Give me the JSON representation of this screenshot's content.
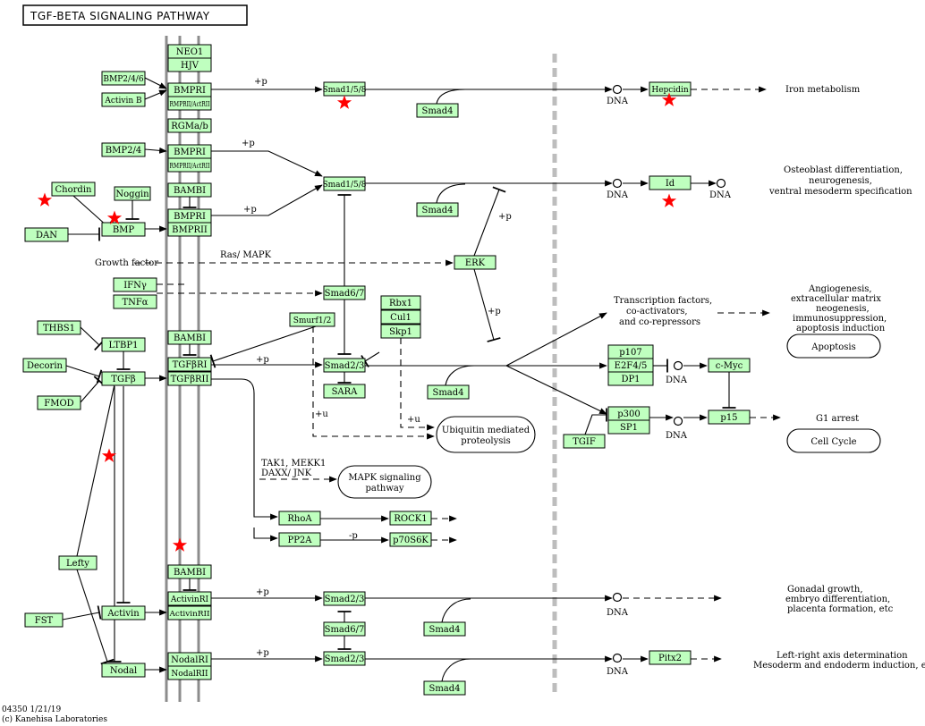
{
  "title": "TGF-BETA SIGNALING PATHWAY",
  "footer": {
    "id_line": "04350 1/21/19",
    "copyright": "(c) Kanehisa Laboratories"
  },
  "colors": {
    "gene_fill": "#bfffbf",
    "gene_border": "#000000",
    "membrane": "#8c8c8c",
    "star": "#ff0000",
    "divider": "#bdbdbd"
  },
  "genes": [
    {
      "id": "neo1",
      "label": "NEO1"
    },
    {
      "id": "hjv",
      "label": "HJV"
    },
    {
      "id": "bmp246",
      "label": "BMP2/4/6"
    },
    {
      "id": "activinb",
      "label": "Activin B"
    },
    {
      "id": "bmpri-1",
      "label": "BMPRI"
    },
    {
      "id": "rmprii-1",
      "label": "RMPRII/ActRII"
    },
    {
      "id": "smad158-1",
      "label": "Smad1/5/8"
    },
    {
      "id": "smad4-1",
      "label": "Smad4"
    },
    {
      "id": "hepcidin",
      "label": "Hepcidin"
    },
    {
      "id": "rgmab",
      "label": "RGMa/b"
    },
    {
      "id": "bmp24",
      "label": "BMP2/4"
    },
    {
      "id": "bmpri-2",
      "label": "BMPRI"
    },
    {
      "id": "rmprii-2",
      "label": "RMPRII/ActRII"
    },
    {
      "id": "smad158-2",
      "label": "Smad1/5/8"
    },
    {
      "id": "id",
      "label": "Id"
    },
    {
      "id": "chordin",
      "label": "Chordin"
    },
    {
      "id": "noggin",
      "label": "Noggin"
    },
    {
      "id": "bambi-1",
      "label": "BAMBI"
    },
    {
      "id": "smad4-2",
      "label": "Smad4"
    },
    {
      "id": "dan",
      "label": "DAN"
    },
    {
      "id": "bmp",
      "label": "BMP"
    },
    {
      "id": "bmpri-3",
      "label": "BMPRI"
    },
    {
      "id": "bmprii",
      "label": "BMPRII"
    },
    {
      "id": "erk",
      "label": "ERK"
    },
    {
      "id": "ifng",
      "label": "IFNγ"
    },
    {
      "id": "tnfa",
      "label": "TNFα"
    },
    {
      "id": "smad67-1",
      "label": "Smad6/7"
    },
    {
      "id": "rbx1",
      "label": "Rbx1"
    },
    {
      "id": "cul1",
      "label": "Cul1"
    },
    {
      "id": "skp1",
      "label": "Skp1"
    },
    {
      "id": "smurf12",
      "label": "Smurf1/2"
    },
    {
      "id": "thbs1",
      "label": "THBS1"
    },
    {
      "id": "ltbp1",
      "label": "LTBP1"
    },
    {
      "id": "bambi-2",
      "label": "BAMBI"
    },
    {
      "id": "decorin",
      "label": "Decorin"
    },
    {
      "id": "tgfb",
      "label": "TGFβ"
    },
    {
      "id": "tgfbri",
      "label": "TGFβRI"
    },
    {
      "id": "tgfbrii",
      "label": "TGFβRII"
    },
    {
      "id": "smad23-1",
      "label": "Smad2/3"
    },
    {
      "id": "sara",
      "label": "SARA"
    },
    {
      "id": "smad4-3",
      "label": "Smad4"
    },
    {
      "id": "fmod",
      "label": "FMOD"
    },
    {
      "id": "p107",
      "label": "p107"
    },
    {
      "id": "e2f45",
      "label": "E2F4/5"
    },
    {
      "id": "dp1",
      "label": "DP1"
    },
    {
      "id": "cmyc",
      "label": "c-Myc"
    },
    {
      "id": "p300",
      "label": "p300"
    },
    {
      "id": "sp1",
      "label": "SP1"
    },
    {
      "id": "p15",
      "label": "p15"
    },
    {
      "id": "tgif",
      "label": "TGIF"
    },
    {
      "id": "rhoa",
      "label": "RhoA"
    },
    {
      "id": "rock1",
      "label": "ROCK1"
    },
    {
      "id": "pp2a",
      "label": "PP2A"
    },
    {
      "id": "p70s6k",
      "label": "p70S6K"
    },
    {
      "id": "lefty",
      "label": "Lefty"
    },
    {
      "id": "bambi-3",
      "label": "BAMBI"
    },
    {
      "id": "activinri",
      "label": "ActivinRI"
    },
    {
      "id": "activinrii",
      "label": "ActivinRII"
    },
    {
      "id": "fst",
      "label": "FST"
    },
    {
      "id": "activin",
      "label": "Activin"
    },
    {
      "id": "smad23-2",
      "label": "Smad2/3"
    },
    {
      "id": "smad67-2",
      "label": "Smad6/7"
    },
    {
      "id": "smad4-4",
      "label": "Smad4"
    },
    {
      "id": "nodal",
      "label": "Nodal"
    },
    {
      "id": "nodalri",
      "label": "NodalRI"
    },
    {
      "id": "nodalrii",
      "label": "NodalRII"
    },
    {
      "id": "smad23-3",
      "label": "Smad2/3"
    },
    {
      "id": "pitx2",
      "label": "Pitx2"
    },
    {
      "id": "smad4-5",
      "label": "Smad4"
    }
  ],
  "maps": [
    {
      "id": "ubiquitin",
      "lines": [
        "Ubiquitin mediated",
        "proteolysis"
      ]
    },
    {
      "id": "mapk",
      "lines": [
        "MAPK signaling",
        "pathway"
      ]
    },
    {
      "id": "apoptosis",
      "lines": [
        "Apoptosis"
      ]
    },
    {
      "id": "cellcycle",
      "lines": [
        "Cell Cycle"
      ]
    }
  ],
  "labels": [
    {
      "id": "plus-p-1",
      "text": "+p"
    },
    {
      "id": "plus-p-2",
      "text": "+p"
    },
    {
      "id": "plus-p-3",
      "text": "+p"
    },
    {
      "id": "plus-p-4",
      "text": "+p"
    },
    {
      "id": "plus-p-5",
      "text": "+p"
    },
    {
      "id": "plus-p-6",
      "text": "+p"
    },
    {
      "id": "plus-p-7",
      "text": "+p"
    },
    {
      "id": "plus-p-8",
      "text": "+p"
    },
    {
      "id": "minus-p",
      "text": "-p"
    },
    {
      "id": "plus-u-1",
      "text": "+u"
    },
    {
      "id": "plus-u-2",
      "text": "+u"
    },
    {
      "id": "ras-mapk",
      "text": "Ras/ MAPK"
    },
    {
      "id": "growth-factor",
      "text": "Growth factor"
    },
    {
      "id": "dna-1",
      "text": "DNA"
    },
    {
      "id": "dna-2",
      "text": "DNA"
    },
    {
      "id": "dna-3",
      "text": "DNA"
    },
    {
      "id": "dna-4",
      "text": "DNA"
    },
    {
      "id": "dna-5",
      "text": "DNA"
    },
    {
      "id": "dna-6",
      "text": "DNA"
    },
    {
      "id": "dna-7",
      "text": "DNA"
    },
    {
      "id": "iron",
      "text": "Iron metabolism"
    },
    {
      "id": "osteo-1",
      "text": "Osteoblast differentiation,"
    },
    {
      "id": "osteo-2",
      "text": "neurogenesis,"
    },
    {
      "id": "osteo-3",
      "text": "ventral mesoderm specification"
    },
    {
      "id": "tf-1",
      "text": "Transcription factors,"
    },
    {
      "id": "tf-2",
      "text": "co-activators,"
    },
    {
      "id": "tf-3",
      "text": "and co-repressors"
    },
    {
      "id": "angio-1",
      "text": "Angiogenesis,"
    },
    {
      "id": "angio-2",
      "text": "extracellular matrix"
    },
    {
      "id": "angio-3",
      "text": "neogenesis,"
    },
    {
      "id": "angio-4",
      "text": "immunosuppression,"
    },
    {
      "id": "angio-5",
      "text": "apoptosis induction"
    },
    {
      "id": "g1",
      "text": "G1 arrest"
    },
    {
      "id": "tak-1",
      "text": "TAK1, MEKK1"
    },
    {
      "id": "tak-2",
      "text": "DAXX/ JNK"
    },
    {
      "id": "gonad-1",
      "text": "Gonadal growth,"
    },
    {
      "id": "gonad-2",
      "text": "embryo differentiation,"
    },
    {
      "id": "gonad-3",
      "text": "placenta formation, etc"
    },
    {
      "id": "lr-1",
      "text": "Left-right axis determination"
    },
    {
      "id": "lr-2",
      "text": "Mesoderm and endoderm induction, etc"
    }
  ]
}
